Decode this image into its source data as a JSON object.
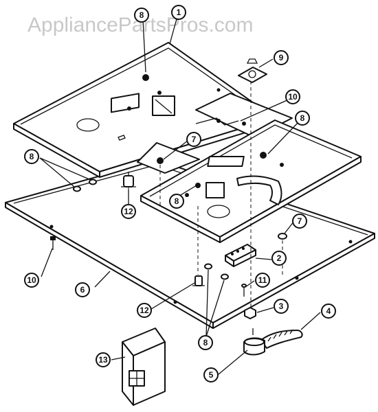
{
  "watermark": "AppliancePartsPros.com",
  "callouts": [
    {
      "id": "c1",
      "label": "1"
    },
    {
      "id": "c2",
      "label": "2"
    },
    {
      "id": "c3",
      "label": "3"
    },
    {
      "id": "c4",
      "label": "4"
    },
    {
      "id": "c5",
      "label": "5"
    },
    {
      "id": "c6",
      "label": "6"
    },
    {
      "id": "c7a",
      "label": "7"
    },
    {
      "id": "c7b",
      "label": "7"
    },
    {
      "id": "c8a",
      "label": "8"
    },
    {
      "id": "c8b",
      "label": "8"
    },
    {
      "id": "c8c",
      "label": "8"
    },
    {
      "id": "c8d",
      "label": "8"
    },
    {
      "id": "c8e",
      "label": "8"
    },
    {
      "id": "c9",
      "label": "9"
    },
    {
      "id": "c10a",
      "label": "10"
    },
    {
      "id": "c10b",
      "label": "10"
    },
    {
      "id": "c11",
      "label": "11"
    },
    {
      "id": "c12a",
      "label": "12"
    },
    {
      "id": "c12b",
      "label": "12"
    },
    {
      "id": "c13",
      "label": "13"
    }
  ],
  "colors": {
    "line": "#111111",
    "watermark": "#c8c8c8",
    "background": "#ffffff"
  }
}
